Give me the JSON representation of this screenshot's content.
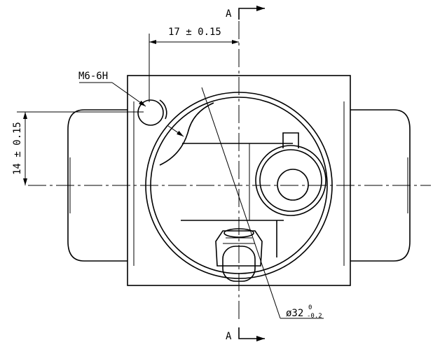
{
  "section_mark": "A",
  "dimensions": {
    "horizontal": "17 ± 0.15",
    "vertical": "14 ± 0.15",
    "diameter_main": "ø32",
    "diameter_tol_upper": "0",
    "diameter_tol_lower": "-0.2"
  },
  "callouts": {
    "thread": "M6-6H"
  }
}
